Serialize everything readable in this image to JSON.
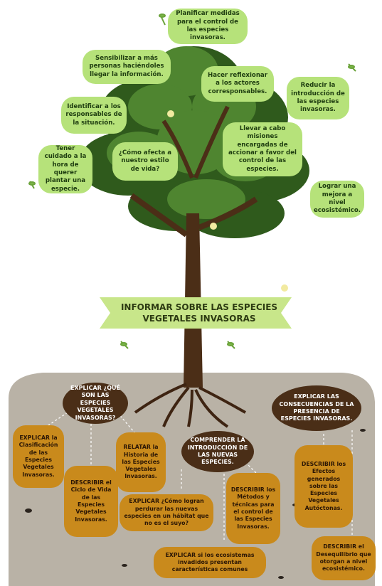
{
  "banner": {
    "line1": "INFORMAR SOBRE LAS ESPECIES",
    "line2": "VEGETALES INVASORAS"
  },
  "leaves": [
    {
      "text": "Planificar medidas para el control de las especies invasoras."
    },
    {
      "text": "Sensibilizar a más personas haciéndoles llegar la información."
    },
    {
      "text": "Hacer reflexionar a los actores corresponsables."
    },
    {
      "text": "Reducir la introducción de las especies invasoras."
    },
    {
      "text": "Identificar a los responsables de la situación."
    },
    {
      "text": "Llevar a cabo misiones encargadas de accionar a favor del control de las especies."
    },
    {
      "text": "Tener cuidado a la hora de querer plantar una especie."
    },
    {
      "text": "¿Cómo afecta a nuestro estilo de vida?"
    },
    {
      "text": "Lograr una mejora a nivel ecosistémico."
    }
  ],
  "roots_main": [
    {
      "text": "EXPLICAR ¿QUÉ SON LAS ESPECIES VEGETALES INVASORAS?"
    },
    {
      "text": "COMPRENDER LA INTRODUCCIÓN DE LAS NUEVAS ESPECIES."
    },
    {
      "text": "EXPLICAR LAS CONSECUENCIAS DE LA PRESENCIA DE ESPECIES INVASORAS."
    }
  ],
  "roots_sub": [
    {
      "text": "EXPLICAR la Clasificación de las Especies Vegetales Invasoras."
    },
    {
      "text": "DESCRIBIR el Ciclo de Vida de las Especies Vegetales Invasoras."
    },
    {
      "text": "RELATAR la Historia de las Especies Vegetales Invasoras."
    },
    {
      "text": "EXPLICAR ¿Cómo logran perdurar las nuevas especies en un hábitat que no es el suyo?"
    },
    {
      "text": "DESCRIBIR los Métodos y técnicas para el control de las Especies Invasoras."
    },
    {
      "text": "EXPLICAR si los ecosistemas invadidos presentan características comunes"
    },
    {
      "text": "DESCRIBIR los Efectos generados sobre las Especies Vegetales Autóctonas."
    },
    {
      "text": "DESCRIBIR el Desequilibrio que otorgan a nivel ecosistémico."
    }
  ],
  "colors": {
    "leaf_box": "#b6e27a",
    "soil": "#b9b2a6",
    "root_dark": "#4a2e17",
    "root_gold": "#c98a1c",
    "foliage": "#3f6e25",
    "trunk": "#4b2e17",
    "banner": "#c8e68a"
  },
  "icons": [
    "tree-illustration",
    "leaf-sprig-icon",
    "flower-icon",
    "stone-icon"
  ]
}
